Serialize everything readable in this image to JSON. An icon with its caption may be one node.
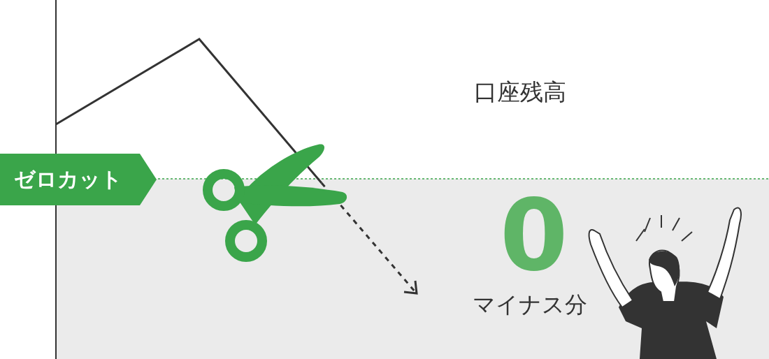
{
  "diagram": {
    "nodes": [
      {
        "text": [
          "ゼロカット"
        ]
      }
    ],
    "labels": [
      "口座残高",
      "0",
      "マイナス分"
    ]
  }
}
